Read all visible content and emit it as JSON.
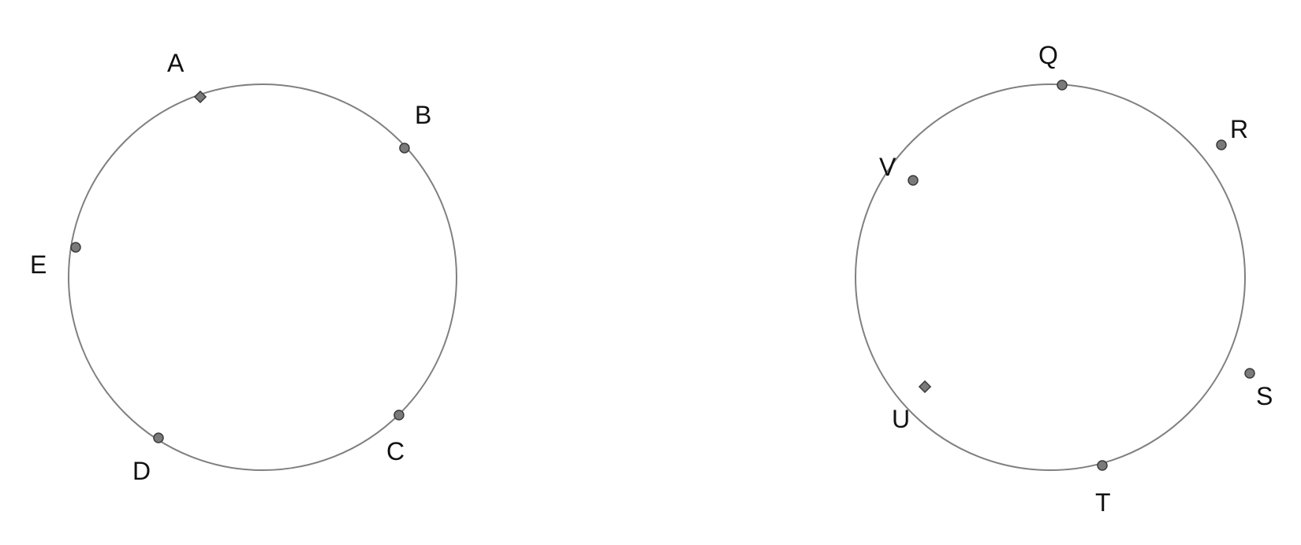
{
  "figures": [
    {
      "name": "left-circle",
      "points": [
        {
          "label": "A"
        },
        {
          "label": "B"
        },
        {
          "label": "C"
        },
        {
          "label": "D"
        },
        {
          "label": "E"
        }
      ]
    },
    {
      "name": "right-circle",
      "points": [
        {
          "label": "Q"
        },
        {
          "label": "R"
        },
        {
          "label": "S"
        },
        {
          "label": "T"
        },
        {
          "label": "U"
        },
        {
          "label": "V"
        }
      ]
    }
  ],
  "colors": {
    "circle_stroke": "#808080",
    "point_fill": "#7a7a7a",
    "point_stroke": "#3a3a3a",
    "label_text": "#111111",
    "background": "#ffffff"
  }
}
